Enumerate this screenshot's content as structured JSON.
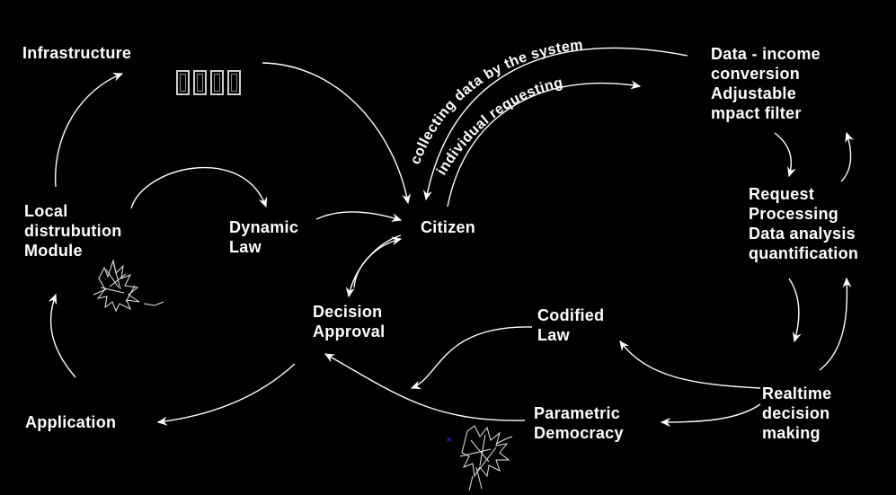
{
  "nodes": {
    "infrastructure": "Infrastructure",
    "local_module": "Local\ndistrubution\nModule",
    "application": "Application",
    "dynamic_law": "Dynamic\nLaw",
    "citizen": "Citizen",
    "decision_approval": "Decision\nApproval",
    "codified_law": "Codified\nLaw",
    "parametric_democracy": "Parametric\nDemocracy",
    "data_income": "Data - income\nconversion\nAdjustable\nmpact filter",
    "request_processing": "Request\nProcessing\nData analysis\nquantification",
    "realtime_decision": "Realtime\ndecision\nmaking"
  },
  "arc_labels": {
    "collecting": "collecting data by the system",
    "requesting": "individual requesting"
  },
  "colors": {
    "background": "#000000",
    "foreground": "#ffffff"
  },
  "icons": {
    "placeholder_glyphs": "missing-glyph-boxes",
    "scribble": "ink-scribble-figure"
  }
}
